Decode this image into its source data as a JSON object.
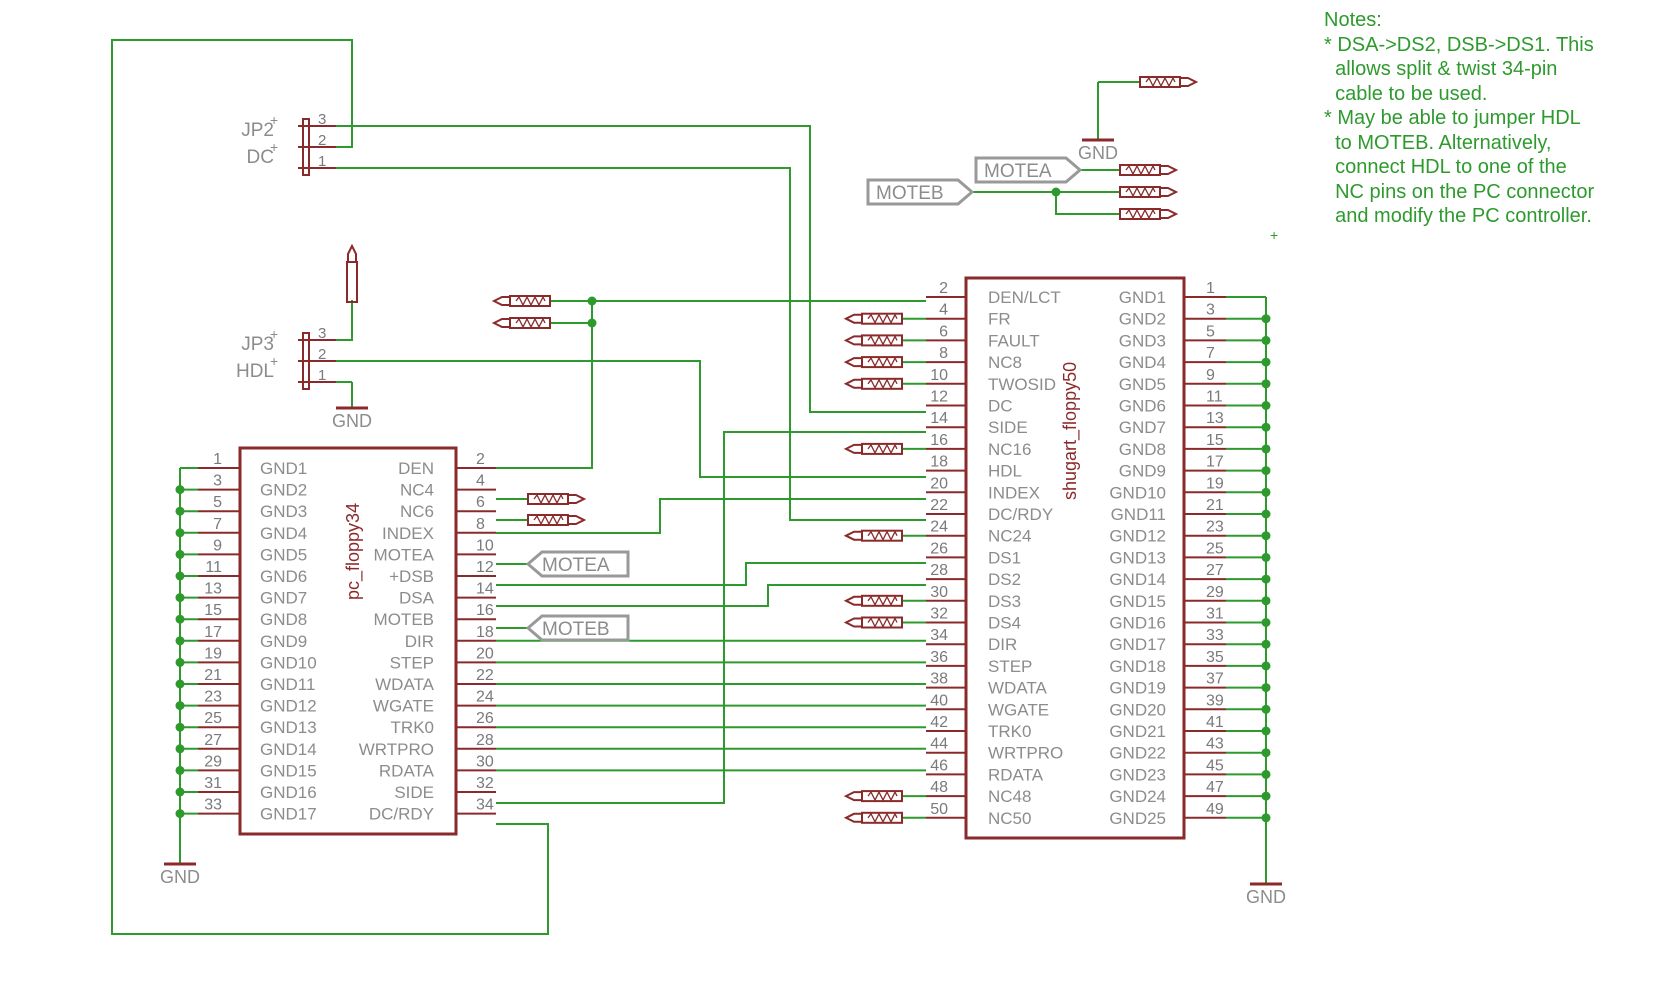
{
  "colors": {
    "wire": "#2e9a2e",
    "part": "#8b2a2a",
    "pinnum": "#7a7a7a",
    "label": "#8c8c8c",
    "notes": "#2e9a2e"
  },
  "notes": {
    "title": "Notes:",
    "lines": [
      "* DSA->DS2, DSB->DS1. This",
      "  allows split & twist 34-pin",
      "  cable to be used.",
      "* May be able to jumper HDL",
      "  to MOTEB. Alternatively,",
      "  connect HDL to one of the",
      "  NC pins on the PC connector",
      "  and modify the PC controller."
    ]
  },
  "pc": {
    "name": "pc_floppy34",
    "left_pins": [
      [
        "1",
        "GND1"
      ],
      [
        "3",
        "GND2"
      ],
      [
        "5",
        "GND3"
      ],
      [
        "7",
        "GND4"
      ],
      [
        "9",
        "GND5"
      ],
      [
        "11",
        "GND6"
      ],
      [
        "13",
        "GND7"
      ],
      [
        "15",
        "GND8"
      ],
      [
        "17",
        "GND9"
      ],
      [
        "19",
        "GND10"
      ],
      [
        "21",
        "GND11"
      ],
      [
        "23",
        "GND12"
      ],
      [
        "25",
        "GND13"
      ],
      [
        "27",
        "GND14"
      ],
      [
        "29",
        "GND15"
      ],
      [
        "31",
        "GND16"
      ],
      [
        "33",
        "GND17"
      ]
    ],
    "right_pins": [
      [
        "2",
        "DEN"
      ],
      [
        "4",
        "NC4"
      ],
      [
        "6",
        "NC6"
      ],
      [
        "8",
        "INDEX"
      ],
      [
        "10",
        "MOTEA"
      ],
      [
        "12",
        "+DSB"
      ],
      [
        "14",
        "DSA"
      ],
      [
        "16",
        "MOTEB"
      ],
      [
        "18",
        "DIR"
      ],
      [
        "20",
        "STEP"
      ],
      [
        "22",
        "WDATA"
      ],
      [
        "24",
        "WGATE"
      ],
      [
        "26",
        "TRK0"
      ],
      [
        "28",
        "WRTPRO"
      ],
      [
        "30",
        "RDATA"
      ],
      [
        "32",
        "SIDE"
      ],
      [
        "34",
        "DC/RDY"
      ]
    ]
  },
  "shugart": {
    "name": "shugart_floppy50",
    "left_pins": [
      [
        "2",
        "DEN/LCT"
      ],
      [
        "4",
        "FR"
      ],
      [
        "6",
        "FAULT"
      ],
      [
        "8",
        "NC8"
      ],
      [
        "10",
        "TWOSID"
      ],
      [
        "12",
        "DC"
      ],
      [
        "14",
        "SIDE"
      ],
      [
        "16",
        "NC16"
      ],
      [
        "18",
        "HDL"
      ],
      [
        "20",
        "INDEX"
      ],
      [
        "22",
        "DC/RDY"
      ],
      [
        "24",
        "NC24"
      ],
      [
        "26",
        "DS1"
      ],
      [
        "28",
        "DS2"
      ],
      [
        "30",
        "DS3"
      ],
      [
        "32",
        "DS4"
      ],
      [
        "34",
        "DIR"
      ],
      [
        "36",
        "STEP"
      ],
      [
        "38",
        "WDATA"
      ],
      [
        "40",
        "WGATE"
      ],
      [
        "42",
        "TRK0"
      ],
      [
        "44",
        "WRTPRO"
      ],
      [
        "46",
        "RDATA"
      ],
      [
        "48",
        "NC48"
      ],
      [
        "50",
        "NC50"
      ]
    ],
    "right_pins": [
      [
        "1",
        "GND1"
      ],
      [
        "3",
        "GND2"
      ],
      [
        "5",
        "GND3"
      ],
      [
        "7",
        "GND4"
      ],
      [
        "9",
        "GND5"
      ],
      [
        "11",
        "GND6"
      ],
      [
        "13",
        "GND7"
      ],
      [
        "15",
        "GND8"
      ],
      [
        "17",
        "GND9"
      ],
      [
        "19",
        "GND10"
      ],
      [
        "21",
        "GND11"
      ],
      [
        "23",
        "GND12"
      ],
      [
        "25",
        "GND13"
      ],
      [
        "27",
        "GND14"
      ],
      [
        "29",
        "GND15"
      ],
      [
        "31",
        "GND16"
      ],
      [
        "33",
        "GND17"
      ],
      [
        "35",
        "GND18"
      ],
      [
        "37",
        "GND19"
      ],
      [
        "39",
        "GND20"
      ],
      [
        "41",
        "GND21"
      ],
      [
        "43",
        "GND22"
      ],
      [
        "45",
        "GND23"
      ],
      [
        "47",
        "GND24"
      ],
      [
        "49",
        "GND25"
      ]
    ]
  },
  "jp2": {
    "name": "JP2",
    "value": "DC",
    "pins": [
      "3",
      "2",
      "1"
    ]
  },
  "jp3": {
    "name": "JP3",
    "value": "HDL",
    "pins": [
      "3",
      "2",
      "1"
    ]
  },
  "labels": {
    "gnd": "GND",
    "motea": "MOTEA",
    "moteb": "MOTEB"
  }
}
